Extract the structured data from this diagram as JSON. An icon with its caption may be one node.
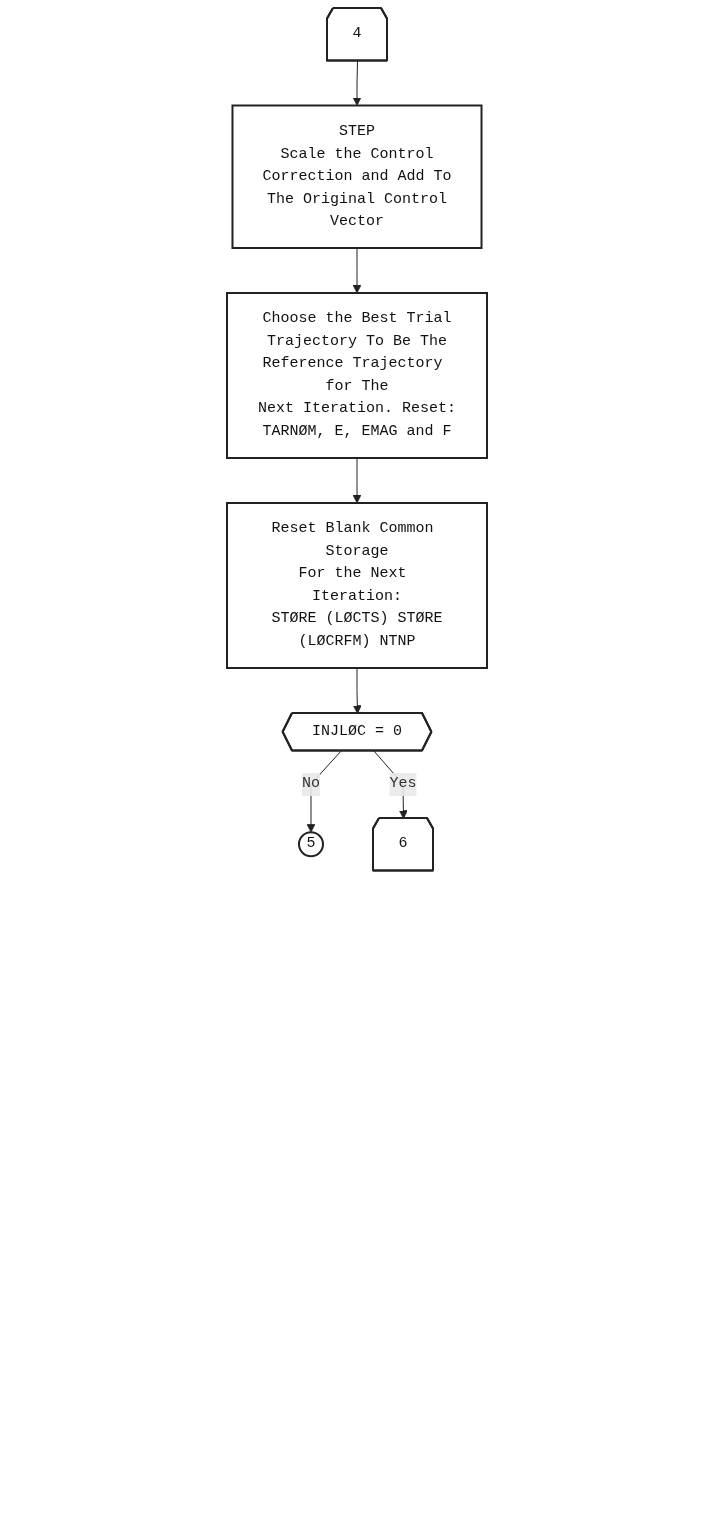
{
  "diagram": {
    "nodes": [
      {
        "text": [
          "4"
        ]
      },
      {
        "text": [
          "STEP",
          "Scale the Control Correction and Add To The Original Control Vector"
        ]
      },
      {
        "text": [
          "Choose the Best Trial Trajectory To Be The Reference Trajectory for The Next Iteration. Reset: TARNØM, E, EMAG and F"
        ]
      },
      {
        "text": [
          "Reset Blank Common Storage For the Next Iteration: STØRE (LØCTS) STØRE (LØCRFM) NTNP"
        ]
      },
      {
        "text": [
          "INJLØC = 0"
        ]
      },
      {
        "text": [
          "5"
        ]
      },
      {
        "text": [
          "6"
        ]
      }
    ],
    "edges": [
      {
        "from": 0,
        "to": 1,
        "arrow": "to"
      },
      {
        "from": 1,
        "to": 2,
        "arrow": "to"
      },
      {
        "from": 2,
        "to": 3,
        "arrow": "to"
      },
      {
        "from": 3,
        "to": 4,
        "arrow": "to"
      },
      {
        "from": 4,
        "to": 5,
        "arrow": "to",
        "label": "No"
      },
      {
        "from": 4,
        "to": 6,
        "arrow": "to",
        "label": "Yes"
      }
    ]
  }
}
